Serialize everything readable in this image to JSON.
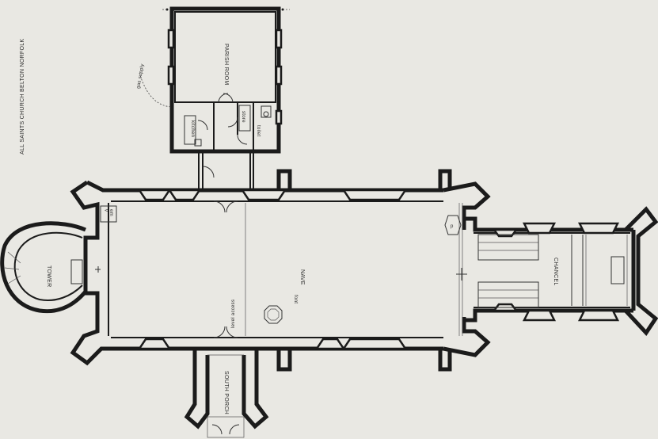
{
  "title": "ALL SAINTS CHURCH BELTON NORFOLK",
  "rooms": {
    "parish_room": "PARISH ROOM",
    "kitchen": "kitchen",
    "store": "store",
    "toilet": "toilet",
    "tower": "TOWER",
    "nave": "NAVE",
    "chancel": "CHANCEL",
    "south_porch": "SOUTH PORCH"
  },
  "annotations": {
    "gas_supply": "gas supply",
    "font": "font",
    "level_access": "level access",
    "emv": "em\nv",
    "pulpit": "p"
  },
  "colors": {
    "paper": "#e9e8e3",
    "ink": "#1b1b1b"
  }
}
